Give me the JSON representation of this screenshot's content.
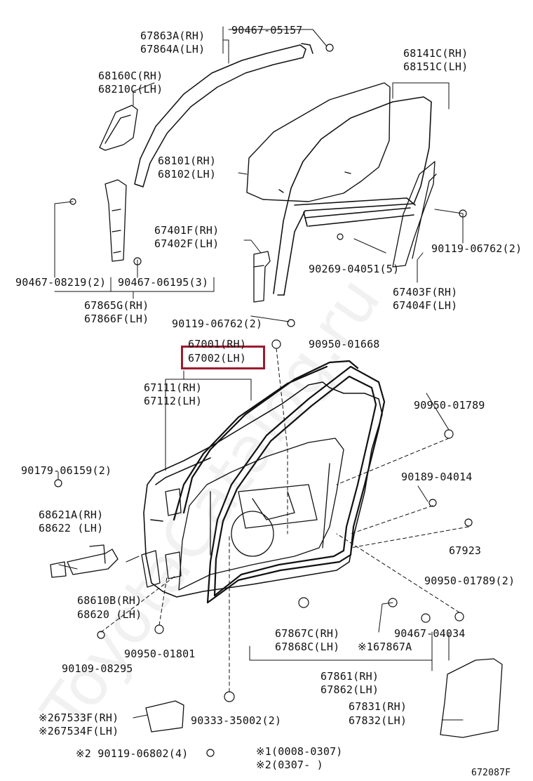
{
  "colors": {
    "highlight": "#9b1b30",
    "line": "#111111",
    "background": "#ffffff"
  },
  "watermark": "ToyotaCatalog.ru",
  "diagram_id": "672087F",
  "labels": {
    "l1": "67863A(RH)",
    "l2": "67864A(LH)",
    "l3": "90467-05157",
    "l4": "68141C(RH)",
    "l5": "68151C(LH)",
    "l6": "68160C(RH)",
    "l7": "68210C(LH)",
    "l8": "68101(RH)",
    "l9": "68102(LH)",
    "l10": "67401F(RH)",
    "l11": "67402F(LH)",
    "l12": "90119-06762(2)",
    "l13": "90269-04051(5)",
    "l14": "90467-08219(2)",
    "l15": "90467-06195(3)",
    "l16": "67403F(RH)",
    "l17": "67404F(LH)",
    "l18": "67865G(RH)",
    "l19": "67866F(LH)",
    "l20": "90119-06762(2)",
    "l21": "67001(RH)",
    "l22": "67002(LH)",
    "l23": "90950-01668",
    "l24": "67111(RH)",
    "l25": "67112(LH)",
    "l26": "90950-01789",
    "l27": "90179-06159(2)",
    "l28": "90189-04014",
    "l29": "68621A(RH)",
    "l30": "68622 (LH)",
    "l31": "67923",
    "l32": "90950-01789(2)",
    "l33": "68610B(RH)",
    "l34": "68620 (LH)",
    "l35": "67867C(RH)",
    "l36": "67868C(LH)",
    "l37": "※167867A",
    "l38": "90467-04034",
    "l39": "90950-01801",
    "l40": "90109-08295",
    "l41": "67861(RH)",
    "l42": "67862(LH)",
    "l43": "67831(RH)",
    "l44": "67832(LH)",
    "l45": "※267533F(RH)",
    "l46": "※267534F(LH)",
    "l47": "90333-35002(2)",
    "l48": "※2 90119-06802(4)",
    "l49": "※1(0008-0307)",
    "l50": "※2(0307-      )"
  }
}
